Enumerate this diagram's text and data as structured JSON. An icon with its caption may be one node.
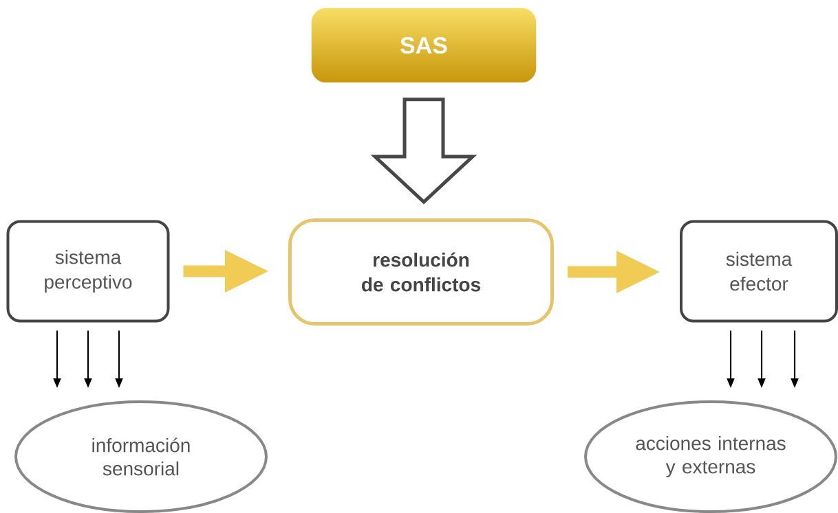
{
  "diagram": {
    "nodes": [
      {
        "text": [
          "SAS"
        ]
      },
      {
        "text": [
          "sistema perceptivo"
        ]
      },
      {
        "text": [
          "resolución de conflictos"
        ]
      },
      {
        "text": [
          "sistema efector"
        ]
      },
      {
        "text": [
          "información sensorial"
        ]
      },
      {
        "text": [
          "acciones internas y externas"
        ]
      }
    ],
    "edges": [
      {
        "from": 0,
        "to": 2,
        "arrow": "to",
        "style": "thick",
        "color": "#474747"
      },
      {
        "from": 1,
        "to": 2,
        "arrow": "to",
        "style": "thick",
        "color": "#f0cc55"
      },
      {
        "from": 2,
        "to": 3,
        "arrow": "to",
        "style": "thick",
        "color": "#f0cc55"
      },
      {
        "from": 1,
        "to": 4,
        "arrow": "to"
      },
      {
        "from": 1,
        "to": 4,
        "arrow": "to"
      },
      {
        "from": 1,
        "to": 4,
        "arrow": "to"
      },
      {
        "from": 3,
        "to": 5,
        "arrow": "to"
      },
      {
        "from": 3,
        "to": 5,
        "arrow": "to"
      },
      {
        "from": 3,
        "to": 5,
        "arrow": "to"
      }
    ]
  }
}
